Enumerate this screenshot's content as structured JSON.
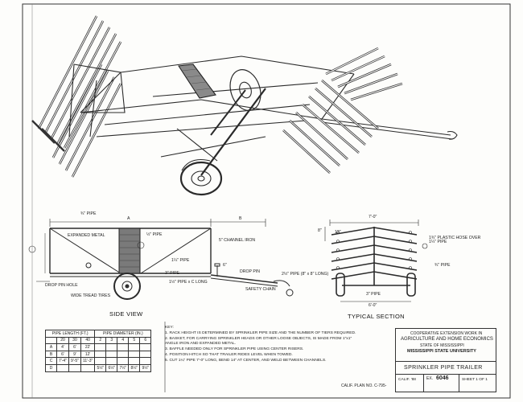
{
  "side_view": {
    "title": "SIDE VIEW",
    "labels": {
      "pipe_top": "¾\" PIPE",
      "dim_a": "A",
      "dim_b": "B",
      "expanded_metal": "EXPANDED METAL",
      "pipe_half": "½\" PIPE",
      "channel_iron": "5\" CHANNEL IRON",
      "pipe_114": "1¼\" PIPE",
      "drop_pin": "DROP PIN",
      "pipe_3": "3\" PIPE",
      "drop_pin_hole": "DROP PIN HOLE",
      "pipe_112": "1½\" PIPE x C LONG",
      "safety_chain": "SAFETY CHAIN",
      "pipe_2half": "2½\" PIPE (8\" x 8\" LONG)",
      "tires": "WIDE TREAD TIRES",
      "dim_6": "6\""
    }
  },
  "typical_section": {
    "title": "TYPICAL SECTION",
    "labels": {
      "width_top": "7'-0\"",
      "plastic_hose": "1¾\" PLASTIC HOSE OVER 1¼\" PIPE",
      "pipe_34": "¾\" PIPE",
      "pipe_3": "3\" PIPE",
      "width_bottom": "6'-0\"",
      "dim_12": "12\"",
      "dim_8": "8\""
    }
  },
  "pipe_table": {
    "header_length": "PIPE LENGTH (FT.)",
    "header_diameter": "PIPE DIAMETER (IN.)",
    "length_cols": [
      "20",
      "30",
      "40"
    ],
    "diameter_cols": [
      "2",
      "3",
      "4",
      "5",
      "6"
    ],
    "rows": [
      {
        "key": "A",
        "values": [
          "4'",
          "6'",
          "22'"
        ]
      },
      {
        "key": "B",
        "values": [
          "6'",
          "9'",
          "12'"
        ]
      },
      {
        "key": "C",
        "values": [
          "7'-4\"",
          "9'-5\"",
          "11'-3\""
        ]
      },
      {
        "key": "D",
        "values": [
          "",
          "",
          ""
        ],
        "dvalues": [
          "5½\"",
          "6½\"",
          "7½\"",
          "8½\"",
          "9½\""
        ]
      }
    ]
  },
  "notes": {
    "heading": "KEY:",
    "items": [
      "1. RACK HEIGHT IS DETERMINED BY SPRINKLER PIPE SIZE AND THE NUMBER OF TIERS REQUIRED.",
      "2. BASKET, FOR CARRYING SPRINKLER HEADS OR OTHER LOOSE OBJECTS, IS MADE FROM 1\"x1\"",
      "    ANGLE IRON AND EXPANDED METAL.",
      "3. BAFFLE NEEDED ONLY FOR SPRINKLER PIPE USING CENTER RISERS.",
      "4. POSITION HITCH SO THAT TRAILER RIDES LEVEL WHEN TOWED.",
      "5. CUT 1¼\" PIPE 7'-0\" LONG, BEND 14\" AT CENTER, AND WELD BETWEEN CHANNELS."
    ]
  },
  "title_block": {
    "org1": "COOPERATIVE EXTENSION WORK IN",
    "org2": "AGRICULTURE AND HOME ECONOMICS",
    "org3": "STATE OF MISSISSIPPI",
    "org4": "MISSISSIPPI STATE UNIVERSITY",
    "title": "SPRINKLER PIPE TRAILER",
    "cal": "CALIF. '88",
    "ex_label": "EX.",
    "ex_no": "6046",
    "sheet": "SHEET 1 OF 1",
    "plan_no": "CALIF. PLAN NO. C-795-"
  }
}
